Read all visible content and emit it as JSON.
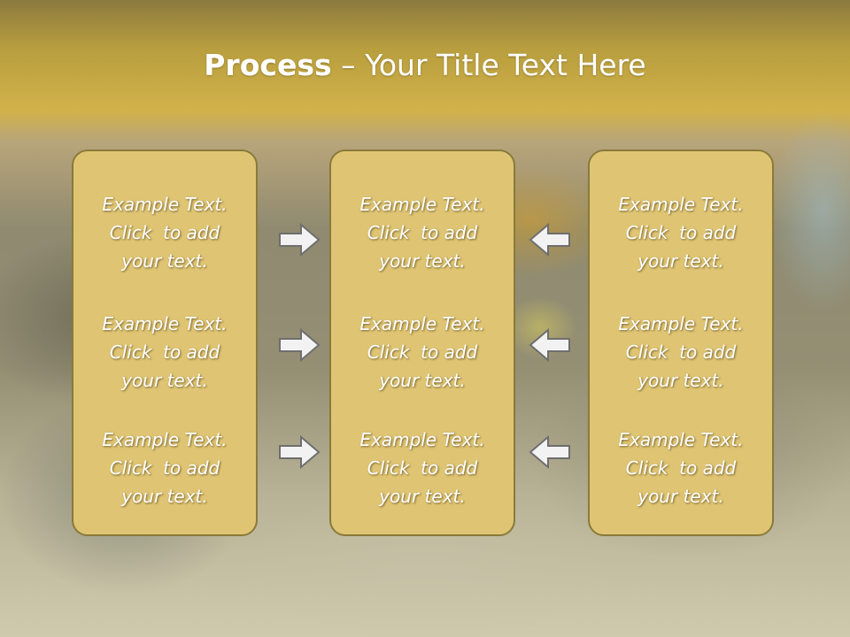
{
  "slide": {
    "title_bold": "Process",
    "title_rest": " – Your Title Text Here"
  },
  "columns": [
    {
      "items": [
        {
          "line1": "Example Text.",
          "line2": "Click  to add",
          "line3": "your text."
        },
        {
          "line1": "Example Text.",
          "line2": "Click  to add",
          "line3": "your text."
        },
        {
          "line1": "Example Text.",
          "line2": "Click  to add",
          "line3": "your text."
        }
      ]
    },
    {
      "items": [
        {
          "line1": "Example Text.",
          "line2": "Click  to add",
          "line3": "your text."
        },
        {
          "line1": "Example Text.",
          "line2": "Click  to add",
          "line3": "your text."
        },
        {
          "line1": "Example Text.",
          "line2": "Click  to add",
          "line3": "your text."
        }
      ]
    },
    {
      "items": [
        {
          "line1": "Example Text.",
          "line2": "Click  to add",
          "line3": "your text."
        },
        {
          "line1": "Example Text.",
          "line2": "Click  to add",
          "line3": "your text."
        },
        {
          "line1": "Example Text.",
          "line2": "Click  to add",
          "line3": "your text."
        }
      ]
    }
  ],
  "arrows": {
    "left_group": "right-arrow-icon",
    "right_group": "left-arrow-icon"
  },
  "colors": {
    "panel_fill": "#dfc573",
    "panel_border": "#8a7a3a",
    "title_bar": "#d2b24a",
    "arrow_fill": "#f2f2f2",
    "arrow_stroke": "#6e6e6e"
  }
}
